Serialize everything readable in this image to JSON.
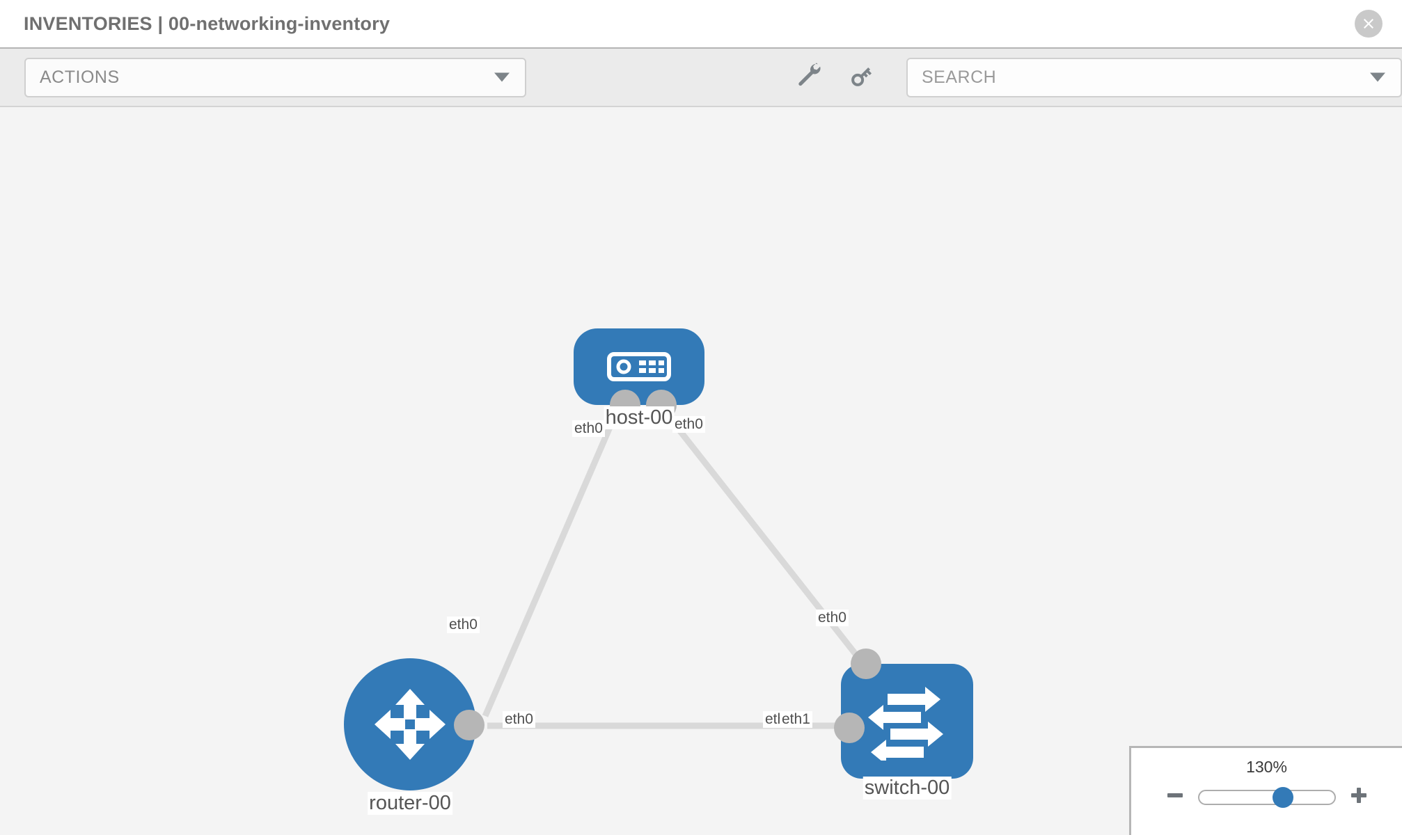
{
  "header": {
    "breadcrumb": "INVENTORIES | 00-networking-inventory",
    "close_icon": "close-circle-icon"
  },
  "toolbar": {
    "actions_label": "ACTIONS",
    "actions_caret_icon": "chevron-down-icon",
    "wrench_icon": "wrench-icon",
    "key_icon": "key-icon",
    "search_placeholder": "SEARCH",
    "search_caret_icon": "chevron-down-icon"
  },
  "topology": {
    "accent_color": "#337ab7",
    "edge_color": "#d9d9d9",
    "interface_color": "#b6b6b6",
    "canvas_background": "#f4f4f4",
    "nodes": [
      {
        "id": "host-00",
        "label": "host-00",
        "icon": "server-icon",
        "shape": "rounded-rect"
      },
      {
        "id": "router-00",
        "label": "router-00",
        "icon": "router-arrows-icon",
        "shape": "circle"
      },
      {
        "id": "switch-00",
        "label": "switch-00",
        "icon": "switch-arrows-icon",
        "shape": "rounded-square"
      }
    ],
    "edges": [
      {
        "from": "host-00",
        "to": "router-00",
        "from_label": "eth0",
        "to_label": "eth0"
      },
      {
        "from": "host-00",
        "to": "switch-00",
        "from_label": "eth0",
        "to_label": "eth0"
      },
      {
        "from": "router-00",
        "to": "switch-00",
        "from_label": "eth0",
        "to_label_a": "eth0",
        "to_label_b": "eth1"
      }
    ],
    "labels": {
      "host_left_iface": "eth0",
      "host_right_iface": "eth0",
      "router_up_iface": "eth0",
      "switch_up_iface": "eth0",
      "router_right_iface": "eth0",
      "switch_left_iface_a": "eth0",
      "switch_left_iface_b": "eth1"
    }
  },
  "zoom_control": {
    "value": "130%",
    "minus_icon": "minus-icon",
    "plus_icon": "plus-icon",
    "handle_position_percent": 62
  }
}
